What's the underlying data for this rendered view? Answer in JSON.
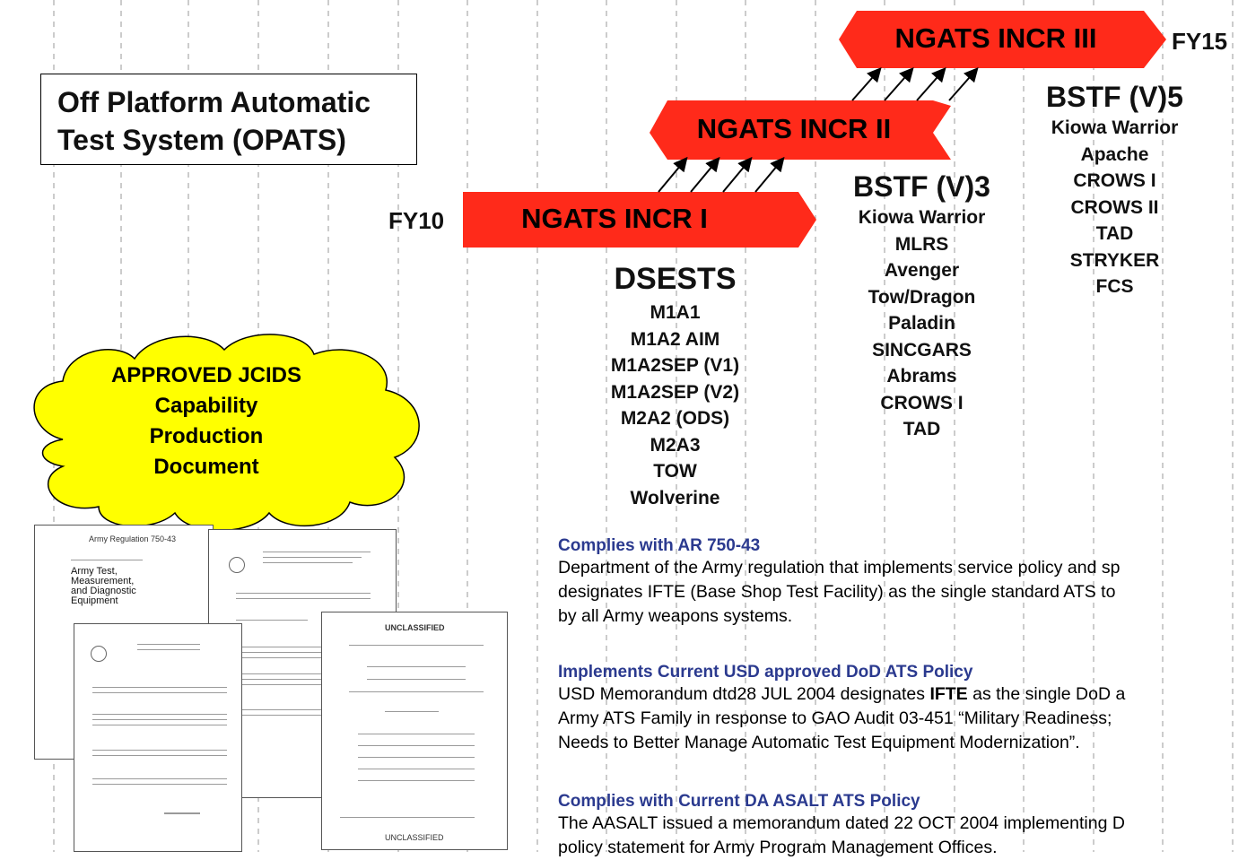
{
  "title": {
    "line1": "Off Platform Automatic",
    "line2": "Test System (OPATS)"
  },
  "fy_start": "FY10",
  "fy_end": "FY15",
  "increments": [
    {
      "label": "NGATS INCR I"
    },
    {
      "label": "NGATS INCR II"
    },
    {
      "label": "NGATS INCR III"
    }
  ],
  "dsests": {
    "title": "DSESTS",
    "items": [
      "M1A1",
      "M1A2 AIM",
      "M1A2SEP (V1)",
      "M1A2SEP (V2)",
      "M2A2 (ODS)",
      "M2A3",
      "TOW",
      "Wolverine"
    ]
  },
  "bstf_v3": {
    "title": "BSTF (V)3",
    "items": [
      "Kiowa Warrior",
      "MLRS",
      "Avenger",
      "Tow/Dragon",
      "Paladin",
      "SINCGARS",
      "Abrams",
      "CROWS I",
      "TAD"
    ]
  },
  "bstf_v5": {
    "title": "BSTF (V)5",
    "items": [
      "Kiowa Warrior",
      "Apache",
      "CROWS I",
      "CROWS II",
      "TAD",
      "STRYKER",
      "FCS"
    ]
  },
  "cloud": {
    "lines": [
      "APPROVED JCIDS",
      "Capability",
      "Production",
      "Document"
    ]
  },
  "documents": {
    "army_doc": {
      "header": "Army Regulation 750-43",
      "title_lines": [
        "Army Test,",
        "Measurement,",
        "and Diagnostic",
        "Equipment"
      ]
    },
    "classified_doc": {
      "header": "UNCLASSIFIED",
      "footer": "UNCLASSIFIED"
    }
  },
  "sections": [
    {
      "heading": "Complies with AR 750-43",
      "lines": [
        "Department of the Army regulation that implements service policy and sp",
        "designates IFTE (Base Shop Test Facility) as the single standard ATS to",
        "by all Army weapons systems."
      ]
    },
    {
      "heading": "Implements Current USD approved DoD ATS Policy",
      "line1_pre": "USD Memorandum dtd28 JUL 2004 designates ",
      "line1_bold": "IFTE",
      "line1_post": " as the single DoD a",
      "lines_rest": [
        "Army ATS Family in response to GAO Audit 03-451 “Military Readiness; ",
        "Needs to Better Manage Automatic Test Equipment Modernization”."
      ]
    },
    {
      "heading": "Complies with Current DA ASALT ATS Policy",
      "lines": [
        "The AASALT issued a memorandum dated 22 OCT 2004 implementing D",
        "policy statement for Army Program Management Offices."
      ]
    }
  ],
  "colors": {
    "bar_red": "#ff2a1a",
    "cloud_yellow": "#ffff00",
    "heading_blue": "#2b3a8f"
  }
}
